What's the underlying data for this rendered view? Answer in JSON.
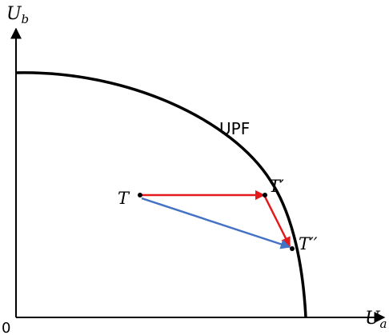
{
  "axes": {
    "y_label": "U",
    "y_sub": "b",
    "x_label": "U",
    "x_sub": "a",
    "origin_label": "0"
  },
  "curve": {
    "label": "UPF"
  },
  "points": {
    "t": "T",
    "t_prime": "T′",
    "t_double_prime": "T′′"
  },
  "colors": {
    "axis": "#000000",
    "curve": "#000000",
    "red_arrow": "#e31a1c",
    "blue_arrow": "#4472c4"
  }
}
